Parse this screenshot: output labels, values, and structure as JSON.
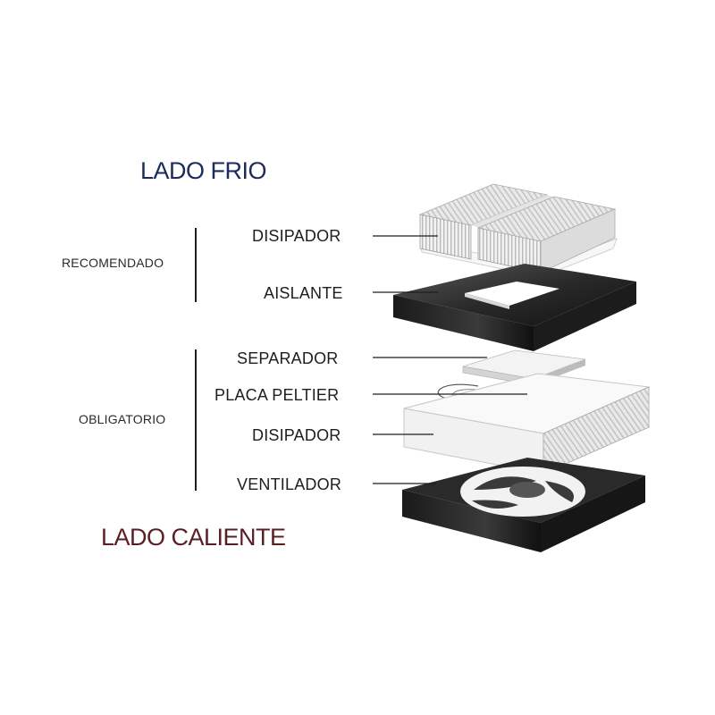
{
  "titles": {
    "cold_side": "LADO FRIO",
    "hot_side": "LADO CALIENTE"
  },
  "groups": {
    "recommended": "RECOMENDADO",
    "mandatory": "OBLIGATORIO"
  },
  "layers": [
    {
      "label": "DISIPADOR"
    },
    {
      "label": "AISLANTE"
    },
    {
      "label": "SEPARADOR"
    },
    {
      "label": "PLACA PELTIER"
    },
    {
      "label": "DISIPADOR"
    },
    {
      "label": "VENTILADOR"
    }
  ],
  "colors": {
    "cold_side": "#1c2a5c",
    "hot_side": "#5a1f24",
    "insulator": "#2a2a2a",
    "fan": "#222222",
    "heatsink_fins": "#bdbdbd"
  }
}
